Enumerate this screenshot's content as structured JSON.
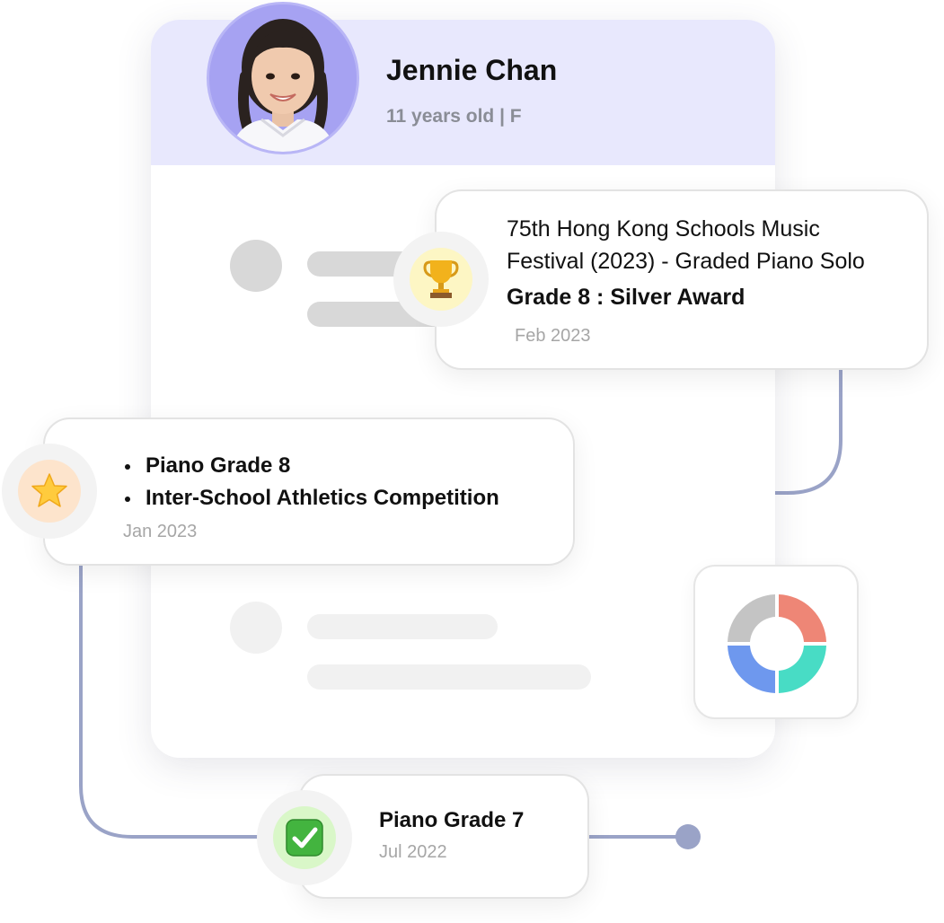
{
  "profile": {
    "name": "Jennie Chan",
    "subinfo": "11 years old | F",
    "avatar_colors": {
      "background": "#a6a2f2",
      "ring": "#b9b6f6"
    },
    "header_color": "#e8e8fd"
  },
  "achievements": [
    {
      "icon": "trophy-icon",
      "title": "75th Hong Kong Schools Music Festival (2023) - Graded Piano Solo",
      "award": "Grade 8 : Silver Award",
      "date": "Feb 2023",
      "badge_color": "#fdf6c4"
    },
    {
      "icon": "star-icon",
      "items": [
        "Piano Grade 8",
        "Inter-School Athletics Competition"
      ],
      "date": "Jan 2023",
      "badge_color": "#fde4cc"
    },
    {
      "icon": "check-icon",
      "title": "Piano Grade 7",
      "date": "Jul 2022",
      "badge_color": "#d9f7c8"
    }
  ],
  "donut": {
    "segments": [
      {
        "color": "#ee8676"
      },
      {
        "color": "#48dcc5"
      },
      {
        "color": "#6e98ee"
      },
      {
        "color": "#c4c4c4"
      }
    ]
  },
  "colors": {
    "connector": "#9aa3c7",
    "placeholder_dark": "#d8d8d8",
    "placeholder_light": "#f1f1f1"
  }
}
